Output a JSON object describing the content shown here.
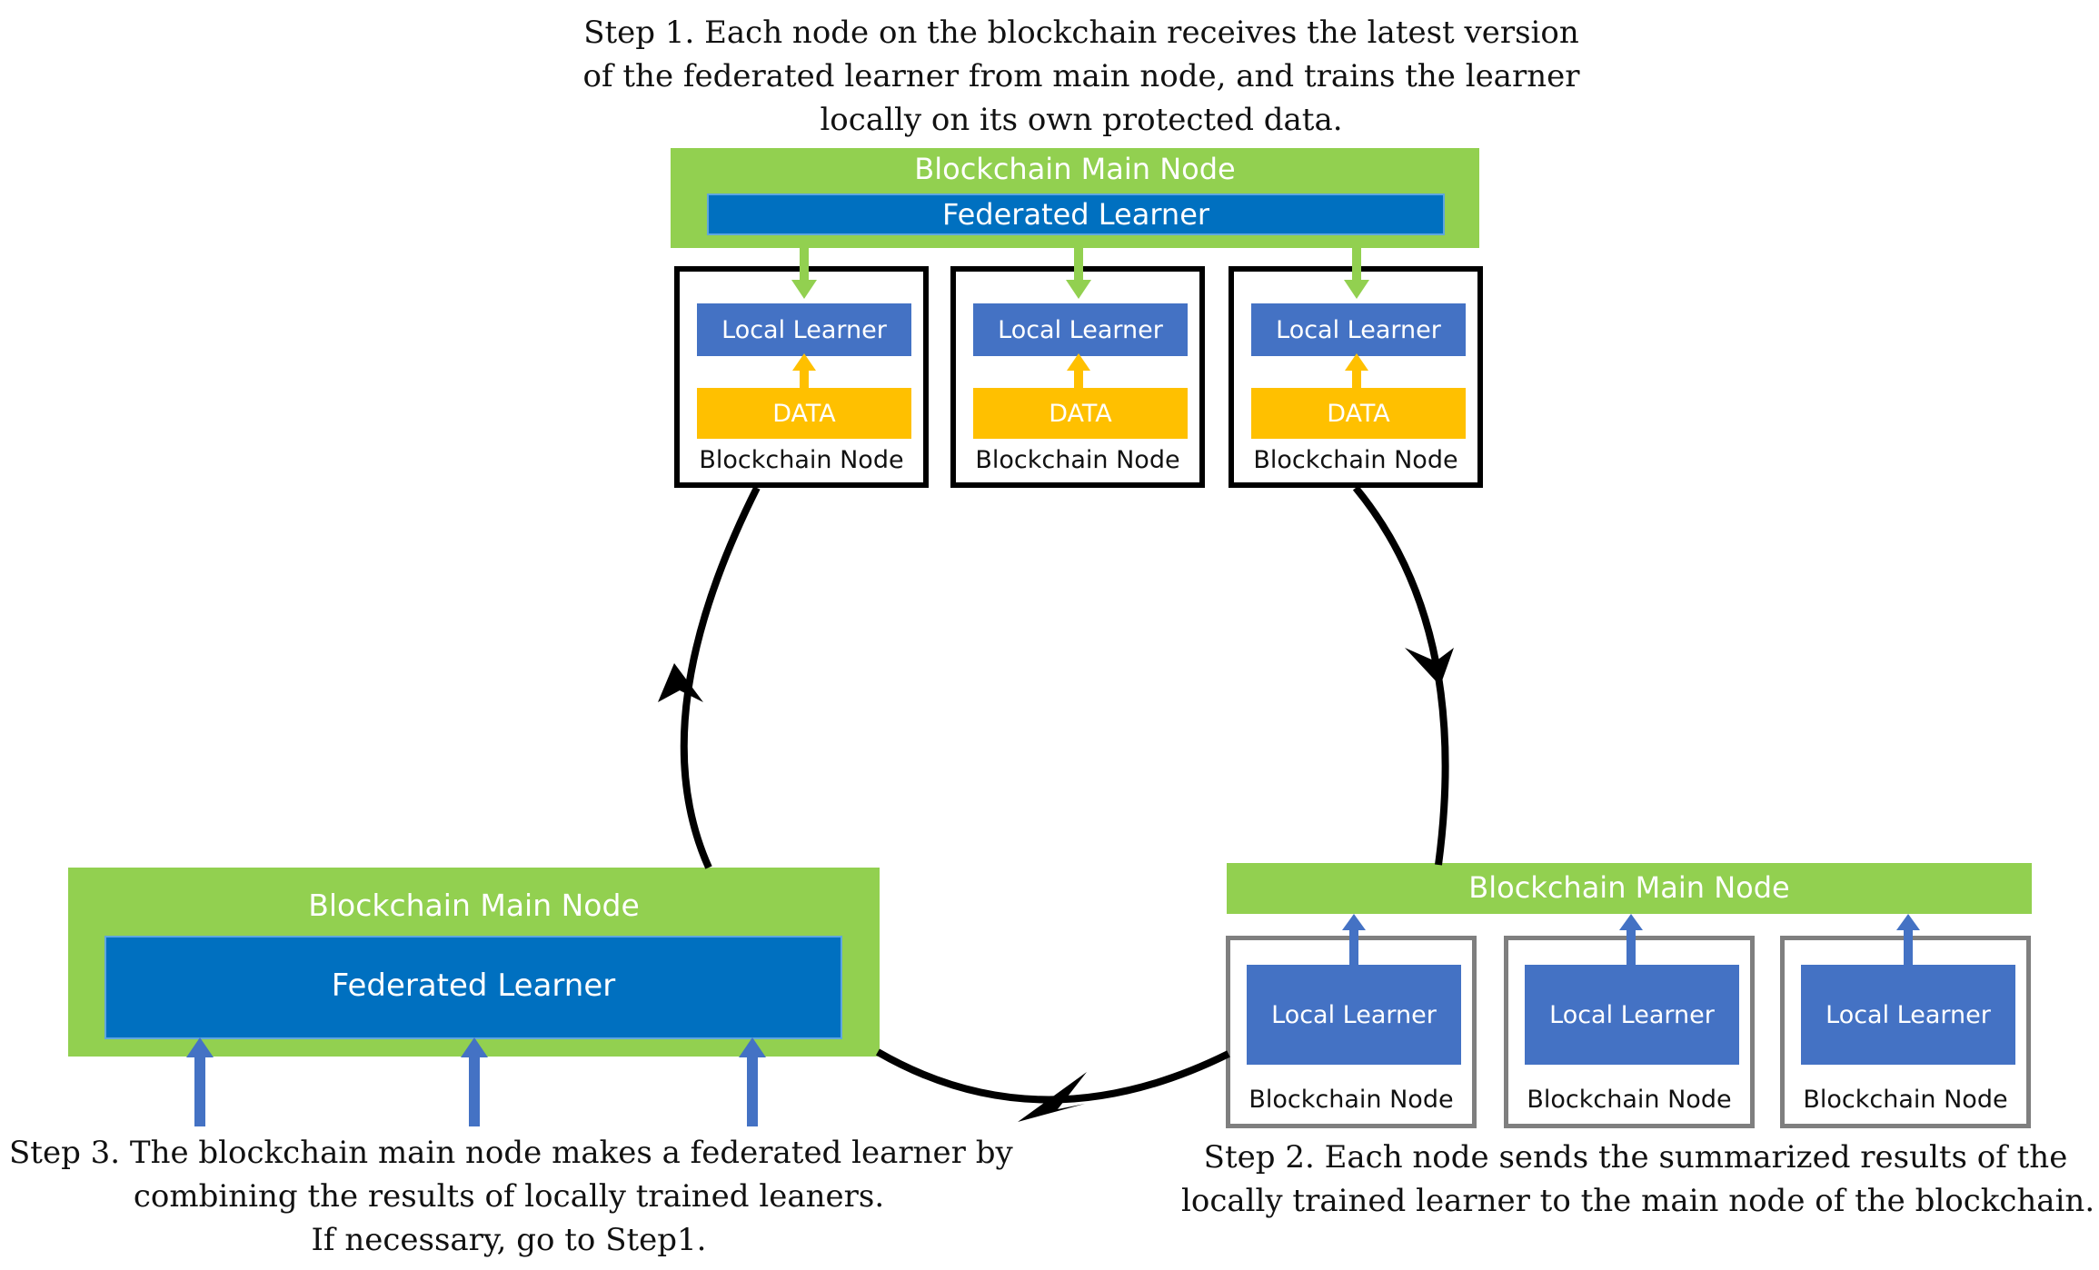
{
  "step1": {
    "lines": [
      "Step 1. Each node on the blockchain receives the latest version",
      "of the federated learner from main node, and trains the learner",
      "locally on its own protected data."
    ]
  },
  "step2": {
    "lines": [
      "Step 2. Each node sends the summarized results of the",
      "locally trained learner to the main node of the blockchain."
    ]
  },
  "step3": {
    "lines": [
      "Step 3. The blockchain main node makes a federated learner by",
      "combining the results of locally trained leaners.",
      "If necessary, go to Step1."
    ]
  },
  "top_main_node": {
    "title": "Blockchain Main Node",
    "learner": "Federated Learner"
  },
  "top_nodes": [
    {
      "learner": "Local Learner",
      "data": "DATA",
      "label": "Blockchain Node"
    },
    {
      "learner": "Local Learner",
      "data": "DATA",
      "label": "Blockchain Node"
    },
    {
      "learner": "Local Learner",
      "data": "DATA",
      "label": "Blockchain Node"
    }
  ],
  "right_main_node": {
    "title": "Blockchain Main Node"
  },
  "right_nodes": [
    {
      "learner": "Local Learner",
      "label": "Blockchain Node"
    },
    {
      "learner": "Local Learner",
      "label": "Blockchain Node"
    },
    {
      "learner": "Local Learner",
      "label": "Blockchain Node"
    }
  ],
  "left_main_node": {
    "title": "Blockchain Main Node",
    "learner": "Federated Learner"
  },
  "colors": {
    "main_node_green": "#92d050",
    "federated_blue": "#0070c0",
    "local_blue": "#4472c4",
    "data_yellow": "#ffc000",
    "arrow_green": "#92d050",
    "arrow_yellow": "#ffc000",
    "arrow_blue": "#4472c4",
    "cycle_black": "#000000"
  }
}
